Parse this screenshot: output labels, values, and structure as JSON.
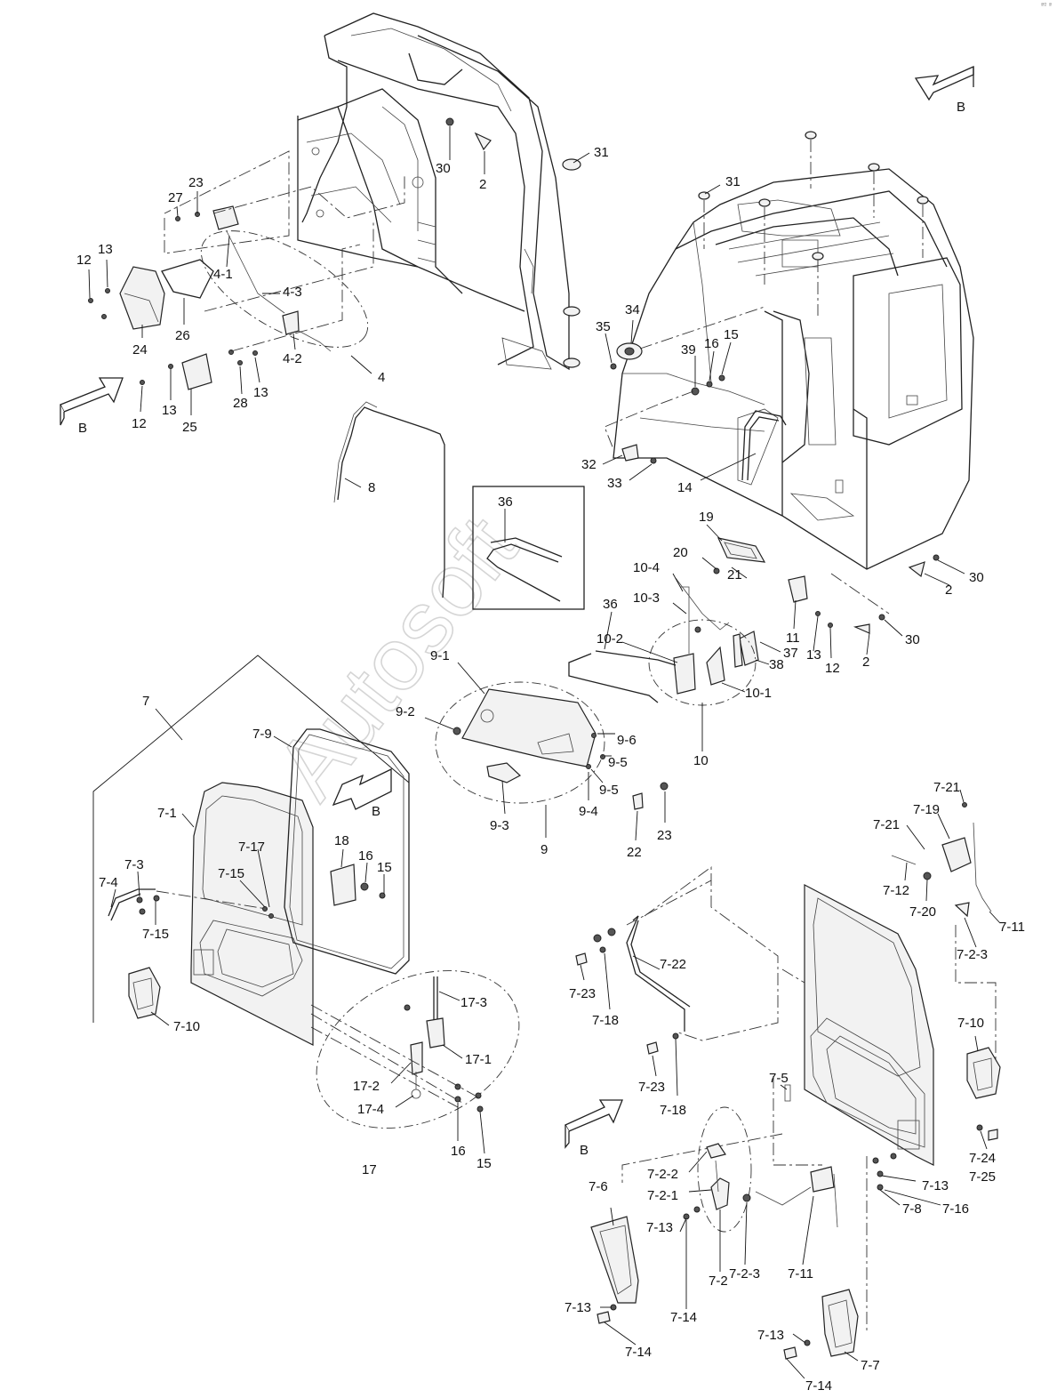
{
  "watermark": "Autosoft",
  "corner_mark": "ªº ª",
  "labels": [
    {
      "id": "31a",
      "text": "31"
    },
    {
      "id": "30a",
      "text": "30"
    },
    {
      "id": "2a",
      "text": "2"
    },
    {
      "id": "23a",
      "text": "23"
    },
    {
      "id": "27",
      "text": "27"
    },
    {
      "id": "12a",
      "text": "12"
    },
    {
      "id": "13a",
      "text": "13"
    },
    {
      "id": "4-1",
      "text": "4-1"
    },
    {
      "id": "4-3",
      "text": "4-3"
    },
    {
      "id": "24",
      "text": "24"
    },
    {
      "id": "26",
      "text": "26"
    },
    {
      "id": "4-2",
      "text": "4-2"
    },
    {
      "id": "28",
      "text": "28"
    },
    {
      "id": "13b",
      "text": "13"
    },
    {
      "id": "4",
      "text": "4"
    },
    {
      "id": "12b",
      "text": "12"
    },
    {
      "id": "13c",
      "text": "13"
    },
    {
      "id": "25",
      "text": "25"
    },
    {
      "id": "Ba",
      "text": "B"
    },
    {
      "id": "Bb",
      "text": "B"
    },
    {
      "id": "Bc",
      "text": "B"
    },
    {
      "id": "Bd",
      "text": "B"
    },
    {
      "id": "31b",
      "text": "31"
    },
    {
      "id": "34",
      "text": "34"
    },
    {
      "id": "35",
      "text": "35"
    },
    {
      "id": "39",
      "text": "39"
    },
    {
      "id": "16a",
      "text": "16"
    },
    {
      "id": "15a",
      "text": "15"
    },
    {
      "id": "32",
      "text": "32"
    },
    {
      "id": "33",
      "text": "33"
    },
    {
      "id": "14",
      "text": "14"
    },
    {
      "id": "8",
      "text": "8"
    },
    {
      "id": "36a",
      "text": "36"
    },
    {
      "id": "19",
      "text": "19"
    },
    {
      "id": "20",
      "text": "20"
    },
    {
      "id": "21",
      "text": "21"
    },
    {
      "id": "30b",
      "text": "30"
    },
    {
      "id": "2b",
      "text": "2"
    },
    {
      "id": "10-4",
      "text": "10-4"
    },
    {
      "id": "10-3",
      "text": "10-3"
    },
    {
      "id": "36b",
      "text": "36"
    },
    {
      "id": "10-2",
      "text": "10-2"
    },
    {
      "id": "11",
      "text": "11"
    },
    {
      "id": "13d",
      "text": "13"
    },
    {
      "id": "12c",
      "text": "12"
    },
    {
      "id": "30c",
      "text": "30"
    },
    {
      "id": "2c",
      "text": "2"
    },
    {
      "id": "38",
      "text": "38"
    },
    {
      "id": "37",
      "text": "37"
    },
    {
      "id": "10-1",
      "text": "10-1"
    },
    {
      "id": "10",
      "text": "10"
    },
    {
      "id": "9-1",
      "text": "9-1"
    },
    {
      "id": "9-2",
      "text": "9-2"
    },
    {
      "id": "9-6",
      "text": "9-6"
    },
    {
      "id": "9-5a",
      "text": "9-5"
    },
    {
      "id": "9-5b",
      "text": "9-5"
    },
    {
      "id": "9-4",
      "text": "9-4"
    },
    {
      "id": "9-3",
      "text": "9-3"
    },
    {
      "id": "9",
      "text": "9"
    },
    {
      "id": "22",
      "text": "22"
    },
    {
      "id": "23b",
      "text": "23"
    },
    {
      "id": "7",
      "text": "7"
    },
    {
      "id": "7-9",
      "text": "7-9"
    },
    {
      "id": "7-1",
      "text": "7-1"
    },
    {
      "id": "7-17",
      "text": "7-17"
    },
    {
      "id": "18",
      "text": "18"
    },
    {
      "id": "16b",
      "text": "16"
    },
    {
      "id": "15b",
      "text": "15"
    },
    {
      "id": "7-3",
      "text": "7-3"
    },
    {
      "id": "7-15a",
      "text": "7-15"
    },
    {
      "id": "7-4",
      "text": "7-4"
    },
    {
      "id": "7-15b",
      "text": "7-15"
    },
    {
      "id": "7-10a",
      "text": "7-10"
    },
    {
      "id": "17-3",
      "text": "17-3"
    },
    {
      "id": "17-1",
      "text": "17-1"
    },
    {
      "id": "17-2",
      "text": "17-2"
    },
    {
      "id": "17-4",
      "text": "17-4"
    },
    {
      "id": "16c",
      "text": "16"
    },
    {
      "id": "15c",
      "text": "15"
    },
    {
      "id": "17",
      "text": "17"
    },
    {
      "id": "7-21a",
      "text": "7-21"
    },
    {
      "id": "7-19",
      "text": "7-19"
    },
    {
      "id": "7-21b",
      "text": "7-21"
    },
    {
      "id": "7-12",
      "text": "7-12"
    },
    {
      "id": "7-20",
      "text": "7-20"
    },
    {
      "id": "7-11a",
      "text": "7-11"
    },
    {
      "id": "7-2-3a",
      "text": "7-2-3"
    },
    {
      "id": "7-22",
      "text": "7-22"
    },
    {
      "id": "7-23a",
      "text": "7-23"
    },
    {
      "id": "7-18a",
      "text": "7-18"
    },
    {
      "id": "7-10b",
      "text": "7-10"
    },
    {
      "id": "7-23b",
      "text": "7-23"
    },
    {
      "id": "7-18b",
      "text": "7-18"
    },
    {
      "id": "7-5",
      "text": "7-5"
    },
    {
      "id": "7-24",
      "text": "7-24"
    },
    {
      "id": "7-25",
      "text": "7-25"
    },
    {
      "id": "7-13a",
      "text": "7-13"
    },
    {
      "id": "7-16",
      "text": "7-16"
    },
    {
      "id": "7-8",
      "text": "7-8"
    },
    {
      "id": "7-2-2",
      "text": "7-2-2"
    },
    {
      "id": "7-6",
      "text": "7-6"
    },
    {
      "id": "7-2-1",
      "text": "7-2-1"
    },
    {
      "id": "7-13b",
      "text": "7-13"
    },
    {
      "id": "7-2-3b",
      "text": "7-2-3"
    },
    {
      "id": "7-11b",
      "text": "7-11"
    },
    {
      "id": "7-2",
      "text": "7-2"
    },
    {
      "id": "7-14a",
      "text": "7-14"
    },
    {
      "id": "7-13c",
      "text": "7-13"
    },
    {
      "id": "7-14b",
      "text": "7-14"
    },
    {
      "id": "7-13d",
      "text": "7-13"
    },
    {
      "id": "7-7",
      "text": "7-7"
    },
    {
      "id": "7-14c",
      "text": "7-14"
    }
  ]
}
